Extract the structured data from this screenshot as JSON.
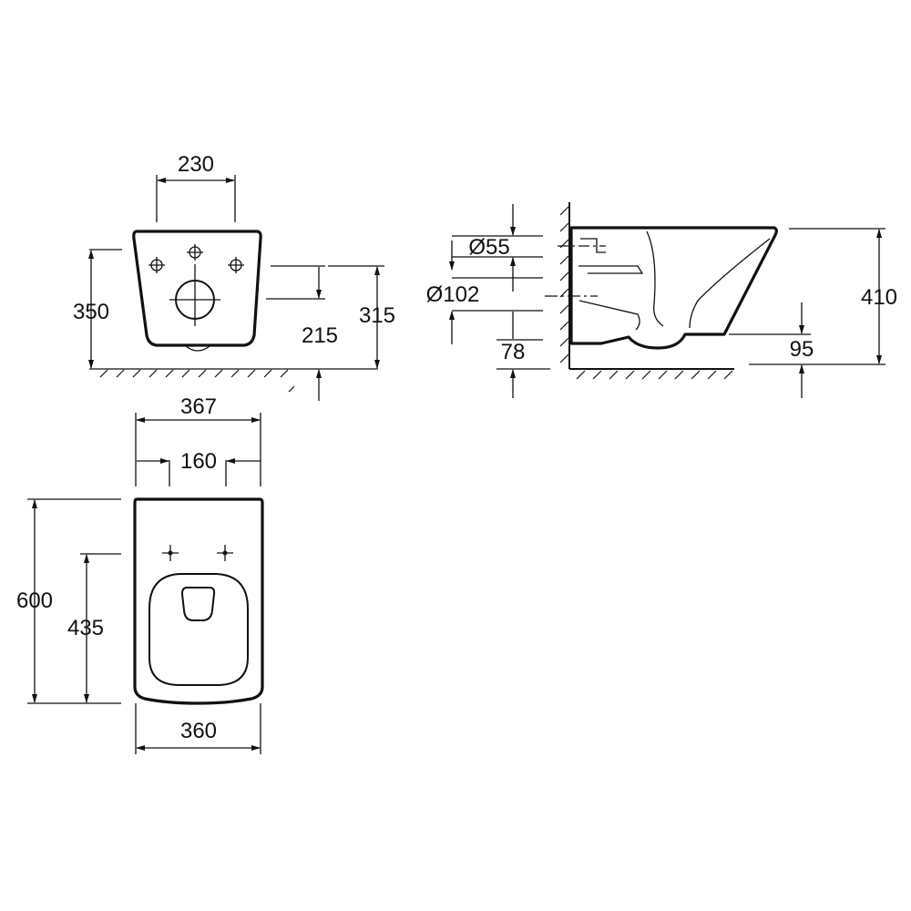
{
  "dims": {
    "front_top_width": "230",
    "front_height": "350",
    "front_outlet_height": "215",
    "front_fix_height": "315",
    "side_d55": "Ø55",
    "side_d102": "Ø102",
    "side_78": "78",
    "side_410": "410",
    "side_95": "95",
    "top_367": "367",
    "top_160": "160",
    "top_600": "600",
    "top_435": "435",
    "top_360": "360"
  }
}
